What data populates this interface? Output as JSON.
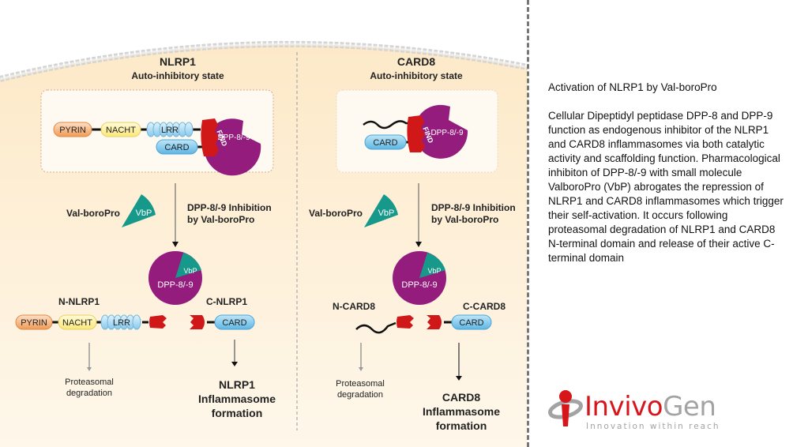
{
  "colors": {
    "cell_bg": "#fdebcc",
    "box_bg": "#fff8ee",
    "dpp": "#931c7c",
    "vbp": "#16998a",
    "find": "#d01818",
    "card": "#7cc8ec",
    "pyrin": "#f6b27a",
    "nacht": "#fff39a",
    "lrr": "#a9d8f2",
    "brand_red": "#d7161b",
    "brand_gray": "#a3a3a3"
  },
  "nlrp1": {
    "title": "NLRP1",
    "subtitle": "Auto-inhibitory state",
    "domains": {
      "pyrin": "PYRIN",
      "nacht": "NACHT",
      "lrr": "LRR",
      "card": "CARD",
      "find": "FIND",
      "dpp": "DPP-8/-9"
    },
    "inhibitor_label": "Val-boroPro",
    "inhibitor_short": "VbP",
    "arrow_label_1": "DPP-8/-9 Inhibition",
    "arrow_label_2": "by Val-boroPro",
    "n_term": "N-NLRP1",
    "c_term": "C-NLRP1",
    "degradation_1": "Proteasomal",
    "degradation_2": "degradation",
    "outcome_1": "NLRP1",
    "outcome_2": "Inflammasome",
    "outcome_3": "formation"
  },
  "card8": {
    "title": "CARD8",
    "subtitle": "Auto-inhibitory state",
    "domains": {
      "card": "CARD",
      "find": "FIND",
      "dpp": "DPP-8/-9"
    },
    "inhibitor_label": "Val-boroPro",
    "inhibitor_short": "VbP",
    "arrow_label_1": "DPP-8/-9 Inhibition",
    "arrow_label_2": "by Val-boroPro",
    "n_term": "N-CARD8",
    "c_term": "C-CARD8",
    "degradation_1": "Proteasomal",
    "degradation_2": "degradation",
    "outcome_1": "CARD8",
    "outcome_2": "Inflammasome",
    "outcome_3": "formation"
  },
  "side": {
    "title": "Activation of NLRP1 by Val-boroPro",
    "body": "Cellular Dipeptidyl peptidase DPP-8 and DPP-9 function as endogenous inhibitor of the NLRP1 and CARD8 inflammasomes via both catalytic activity and scaffolding function. Pharmacological inhibiton of DPP-8/-9 with small molecule ValboroPro (VbP) abrogates the repression of NLRP1 and CARD8 inflammasomes which trigger their self-activation. It occurs following proteasomal degradation of NLRP1 and CARD8 N-terminal domain and release of their active C-terminal domain"
  },
  "logo": {
    "brand_part1": "Invivo",
    "brand_part2": "Gen",
    "tagline": "Innovation within reach"
  }
}
